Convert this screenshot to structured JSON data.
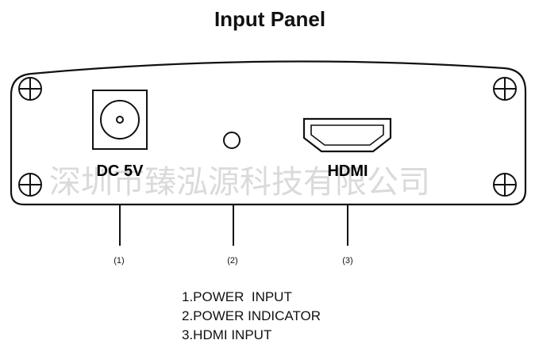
{
  "title": "Input Panel",
  "watermark": "深圳市臻泓源科技有限公司",
  "ports": {
    "dc": {
      "label": "DC 5V"
    },
    "hdmi": {
      "label": "HDMI"
    }
  },
  "callouts": [
    "(1)",
    "(2)",
    "(3)"
  ],
  "legend": [
    "1.POWER  INPUT",
    "2.POWER INDICATOR",
    "3.HDMI INPUT"
  ]
}
